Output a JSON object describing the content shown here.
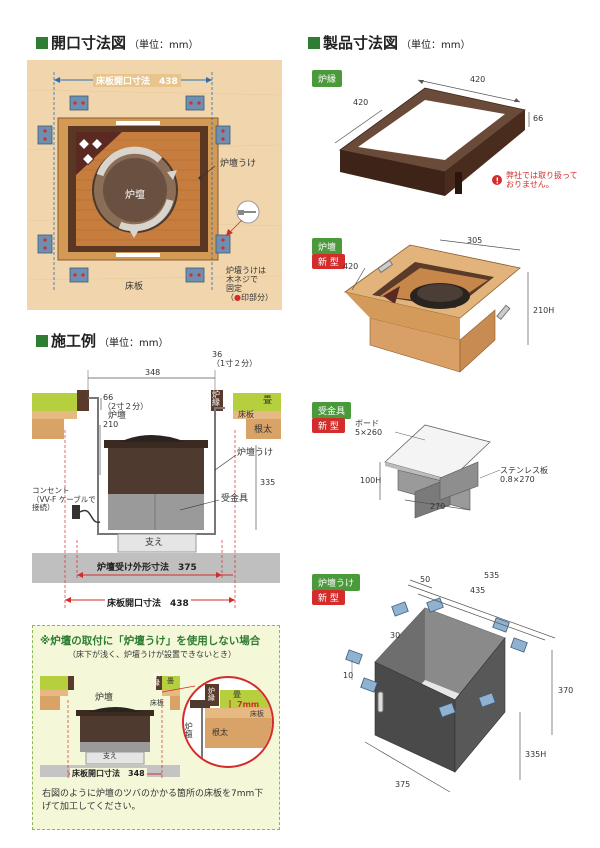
{
  "sections": {
    "opening": {
      "title": "開口寸法図",
      "unit": "（単位：mm）"
    },
    "product": {
      "title": "製品寸法図",
      "unit": "（単位：mm）"
    },
    "example": {
      "title": "施工例",
      "unit": "（単位：mm）"
    }
  },
  "opening_diagram": {
    "dim_label": "床板開口寸法　438",
    "roban_label": "炉壇",
    "rodan_uke_label": "炉壇うけ",
    "yukaita_label": "床板",
    "screw_note": "炉壇うけは\n木ネジで\n固定",
    "screw_note_mark": "●",
    "screw_note_tail": "印部分）",
    "screw_note_head": "（"
  },
  "products": {
    "robuchi": {
      "tag": "炉縁",
      "dim_top": "420",
      "dim_left": "420",
      "dim_height": "66",
      "warning": "弊社では取り扱って\nおりません。"
    },
    "rodan": {
      "tag": "炉壇",
      "new": "新 型",
      "dim_top": "305",
      "dim_left": "420",
      "dim_height": "210H"
    },
    "ukekanagu": {
      "tag": "受金具",
      "new": "新 型",
      "board": "ボード\n5×260",
      "height": "100H",
      "steel": "ステンレス板\n0.8×270",
      "width": "270"
    },
    "rodan_uke": {
      "tag": "炉壇うけ",
      "new": "新 型",
      "dim_outer": "535",
      "dim_inner": "435",
      "dim_50": "50",
      "dim_30": "30",
      "dim_10": "10",
      "dim_370": "370",
      "dim_335": "335H",
      "dim_375": "375"
    }
  },
  "example_diagram": {
    "dim_348": "348",
    "dim_36": "36\n（1寸２分）",
    "dim_66": "66\n（2寸２分）",
    "dim_210": "210",
    "roban": "炉壇",
    "robuchi": "炉\n縁",
    "tatami": "畳",
    "yukaita": "床板",
    "neda": "根太",
    "rodan_uke": "炉壇うけ",
    "dim_335": "335",
    "ukekanagu": "受金具",
    "outlet": "コンセント\n（VV-F ケーブルで\n接続）",
    "sasae": "支え",
    "outer_dim": "炉壇受け外形寸法　375",
    "opening_dim": "床板開口寸法　438"
  },
  "note": {
    "title": "※炉壇の取付に「炉壇うけ」を使用しない場合",
    "sub": "（床下が浅く、炉壇うけが設置できないとき）",
    "roban": "炉壇",
    "robuchi": "炉\n縁",
    "tatami": "畳",
    "yukaita": "床板",
    "sasae": "支え",
    "opening_dim": "床板開口寸法　348",
    "zoom_tatami": "畳",
    "zoom_7mm": "7mm",
    "zoom_yukaita": "床板",
    "zoom_neda": "根太",
    "zoom_roban": "炉壇",
    "zoom_robuchi": "炉\n縁",
    "text": "右図のように炉壇のツバのかかる箇所の床板を7mm下げて加工してください。"
  }
}
